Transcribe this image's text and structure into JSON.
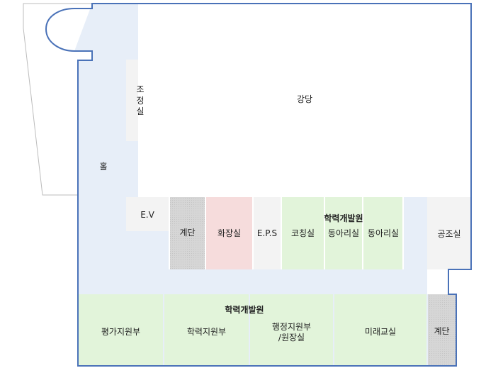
{
  "floorplan": {
    "rooms": {
      "hall": "홀",
      "control_room": "조\n정\n실",
      "auditorium": "강당",
      "ev": "E.V",
      "stairs_left": "계단",
      "restroom": "화장실",
      "eps": "E.P.S",
      "group_label_top": "학력개발원",
      "coaching_room": "코칭실",
      "club_room_1": "동아리실",
      "club_room_2": "동아리실",
      "air_room": "공조실",
      "group_label_bottom": "학력개발원",
      "evaluation_support": "평가지원부",
      "academic_support": "학력지원부",
      "admin_support": "행정지원부\n/원장실",
      "future_classroom": "미래교실",
      "stairs_right": "계단"
    },
    "colors": {
      "hall": "#e7eef8",
      "service": "#f3f3f3",
      "stairs": "#d9d9d9",
      "restroom": "#f6dcdc",
      "office": "#e2f4da",
      "wall": "#4a72b8",
      "outline": "#bcbcbc"
    }
  }
}
